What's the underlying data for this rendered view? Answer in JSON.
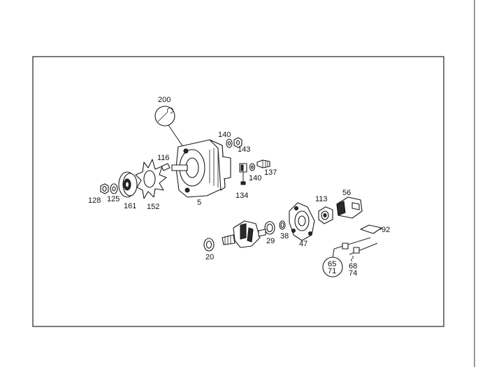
{
  "labels": {
    "l200": "200",
    "l140a": "140",
    "l143": "143",
    "l116": "116",
    "l137": "137",
    "l140b": "140",
    "l134": "134",
    "l128": "128",
    "l125": "125",
    "l161": "161",
    "l152": "152",
    "l5": "5",
    "l56": "56",
    "l113": "113",
    "l92": "92",
    "l29": "29",
    "l38": "38",
    "l47": "47",
    "l20": "20",
    "l65": "65",
    "l71": "71",
    "l68": "68",
    "l74": "74"
  }
}
